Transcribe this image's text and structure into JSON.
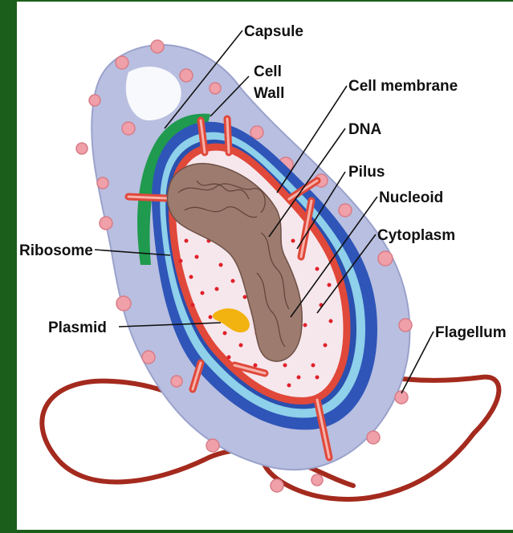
{
  "diagram": {
    "labels": {
      "capsule": "Capsule",
      "cell_wall_line1": "Cell",
      "cell_wall_line2": "Wall",
      "cell_membrane": "Cell membrane",
      "dna": "DNA",
      "pilus": "Pilus",
      "nucleoid": "Nucleoid",
      "cytoplasm": "Cytoplasm",
      "ribosome": "Ribosome",
      "plasmid": "Plasmid",
      "flagellum": "Flagellum"
    },
    "colors": {
      "background": "#1b5e1b",
      "capsule": "#b9bfe0",
      "cell_wall_outer": "#2f55b8",
      "cell_wall_inner": "#8fd0ea",
      "green_layer": "#1f9a4e",
      "membrane": "#e0483a",
      "cytoplasm": "#f6e7ec",
      "ribosome": "#e0202a",
      "nucleoid": "#9d7c6f",
      "plasmid": "#f2b310",
      "flagellum": "#a42a1e"
    }
  }
}
